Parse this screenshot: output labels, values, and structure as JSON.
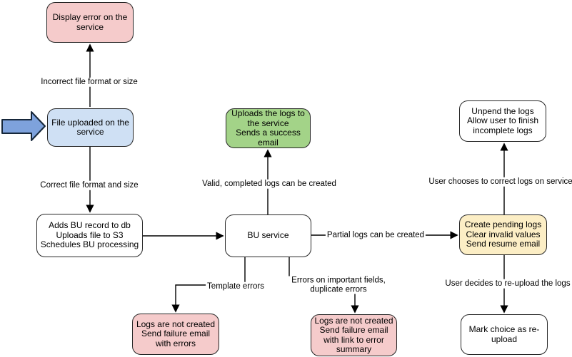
{
  "colors": {
    "pink": "#F5CBCB",
    "blue": "#CFE0F4",
    "green": "#A3D388",
    "yellow": "#FCEEC5",
    "white": "#FFFFFF",
    "arrow_fill": "#7EA2DC",
    "stroke": "#262626"
  },
  "nodes": {
    "display_error": {
      "label": "Display error on the service"
    },
    "file_uploaded": {
      "label": "File uploaded on the service"
    },
    "adds_bu": {
      "label": "Adds BU record to db\nUploads file to S3\nSchedules BU processing"
    },
    "bu_service": {
      "label": "BU service"
    },
    "upload_success": {
      "label": "Uploads the logs to the service\nSends a success email"
    },
    "fail_template": {
      "label": "Logs are not created\nSend failure email with errors"
    },
    "fail_summary": {
      "label": "Logs are not created\nSend failure email with link to error summary"
    },
    "create_pending": {
      "label": "Create pending logs\nClear invalid values\nSend resume email"
    },
    "unpend": {
      "label": "Unpend the logs\nAllow user to finish incomplete logs"
    },
    "mark_reupload": {
      "label": "Mark choice as re-upload"
    }
  },
  "edge_labels": {
    "incorrect_format": "Incorrect file format or size",
    "correct_format": "Correct file format and size",
    "valid_logs": "Valid, completed logs can be created",
    "partial_logs": "Partial logs can be created",
    "template_errors": "Template errors",
    "important_field_errors": "Errors on important fields, duplicate errors",
    "user_corrects": "User chooses to correct logs on service",
    "user_reuploads": "User decides to re-upload the logs"
  }
}
